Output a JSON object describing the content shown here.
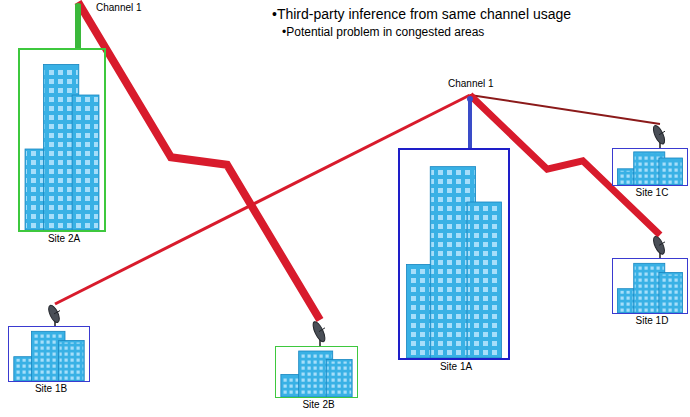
{
  "diagram": {
    "nodes": [
      {
        "text": [
          "Site 2A"
        ]
      },
      {
        "text": [
          "Site 1A"
        ]
      },
      {
        "text": [
          "Site 1C"
        ]
      },
      {
        "text": [
          "Site 1D"
        ]
      },
      {
        "text": [
          "Site 1B"
        ]
      },
      {
        "text": [
          "Site 2B"
        ]
      }
    ],
    "edges": [
      {
        "from": 0,
        "to": 5,
        "arrow": "none"
      },
      {
        "from": 1,
        "to": 4,
        "arrow": "none"
      },
      {
        "from": 1,
        "to": 2,
        "arrow": "none"
      },
      {
        "from": 1,
        "to": 3,
        "arrow": "none"
      }
    ],
    "labels": [
      "•Third-party inference from same channel usage",
      "•Potential problem in congested areas",
      "Channel 1",
      "Channel 1"
    ]
  }
}
